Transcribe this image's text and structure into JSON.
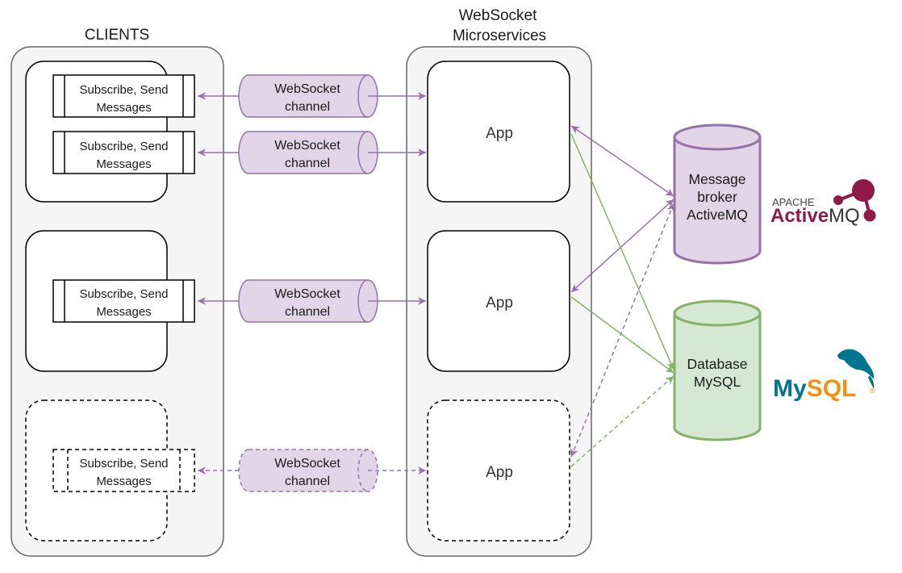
{
  "titles": {
    "clients": "CLIENTS",
    "microservices_line1": "WebSocket",
    "microservices_line2": "Microservices"
  },
  "processes": [
    {
      "line1": "Subscribe, Send",
      "line2": "Messages"
    },
    {
      "line1": "Subscribe, Send",
      "line2": "Messages"
    },
    {
      "line1": "Subscribe, Send",
      "line2": "Messages"
    },
    {
      "line1": "Subscribe, Send",
      "line2": "Messages"
    }
  ],
  "channels": [
    {
      "line1": "WebSocket",
      "line2": "channel"
    },
    {
      "line1": "WebSocket",
      "line2": "channel"
    },
    {
      "line1": "WebSocket",
      "line2": "channel"
    },
    {
      "line1": "WebSocket",
      "line2": "channel"
    }
  ],
  "apps": [
    "App",
    "App",
    "App"
  ],
  "broker": {
    "line1": "Message",
    "line2": "broker",
    "line3": "ActiveMQ"
  },
  "database": {
    "line1": "Database",
    "line2": "MySQL"
  },
  "logos": {
    "activemq": {
      "small": "APACHE",
      "brand_a": "Active",
      "brand_b": "MQ"
    },
    "mysql": {
      "brand_a": "My",
      "brand_b": "SQL"
    }
  },
  "colors": {
    "channel_fill": "#e1d5e7",
    "channel_stroke": "#9673a6",
    "db_fill": "#d5e8d4",
    "db_stroke": "#82b366",
    "group_fill": "#f5f5f5",
    "group_stroke": "#666666",
    "activemq_brand": "#8e1a48",
    "mysql_blue": "#00758f",
    "mysql_orange": "#f29111"
  }
}
